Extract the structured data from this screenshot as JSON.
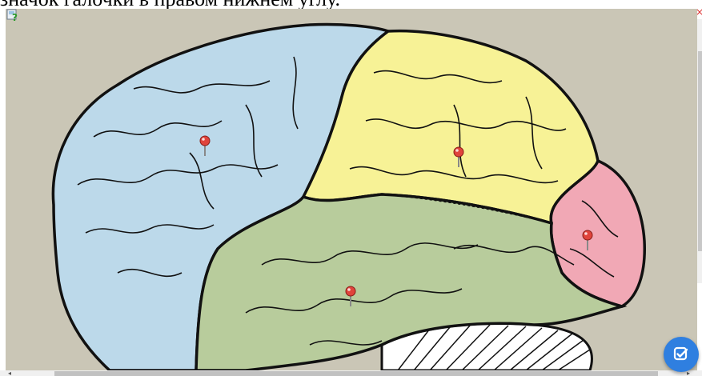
{
  "instruction_text": "значок галочки в правом нижнем углу.",
  "viewer": {
    "background_color": "#cac6b6",
    "image_subject": "brain lateral view with lobes",
    "lobes": [
      {
        "name": "frontal-lobe",
        "color": "#bcd9ea"
      },
      {
        "name": "parietal-lobe",
        "color": "#f7f296"
      },
      {
        "name": "occipital-lobe",
        "color": "#f1a8b5"
      },
      {
        "name": "temporal-lobe",
        "color": "#b8cc9c"
      }
    ],
    "pin_color": "#e0443c",
    "pin_icon": "map-pin-icon",
    "pins_count_visible": 4
  },
  "help_icon": "help-image-icon",
  "close_icon": "close-icon",
  "check_button": {
    "icon": "check-square-icon",
    "color": "#2f7fe0"
  },
  "scrollbars": {
    "horizontal": true,
    "vertical": true
  }
}
